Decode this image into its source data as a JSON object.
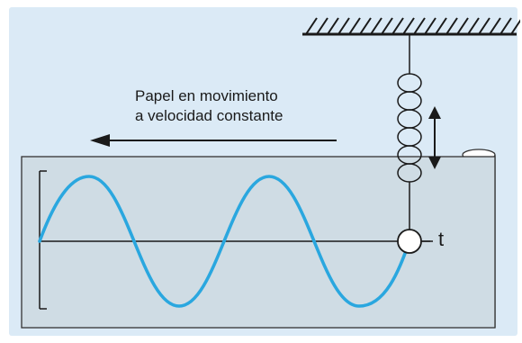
{
  "caption": {
    "line1": "Papel en movimiento",
    "line2": "a velocidad constante"
  },
  "axis": {
    "time_label": "t"
  },
  "colors": {
    "background": "#dbeaf6",
    "paper": "#cfdce4",
    "wave": "#2aa7df",
    "ink": "#1a1a1a"
  }
}
